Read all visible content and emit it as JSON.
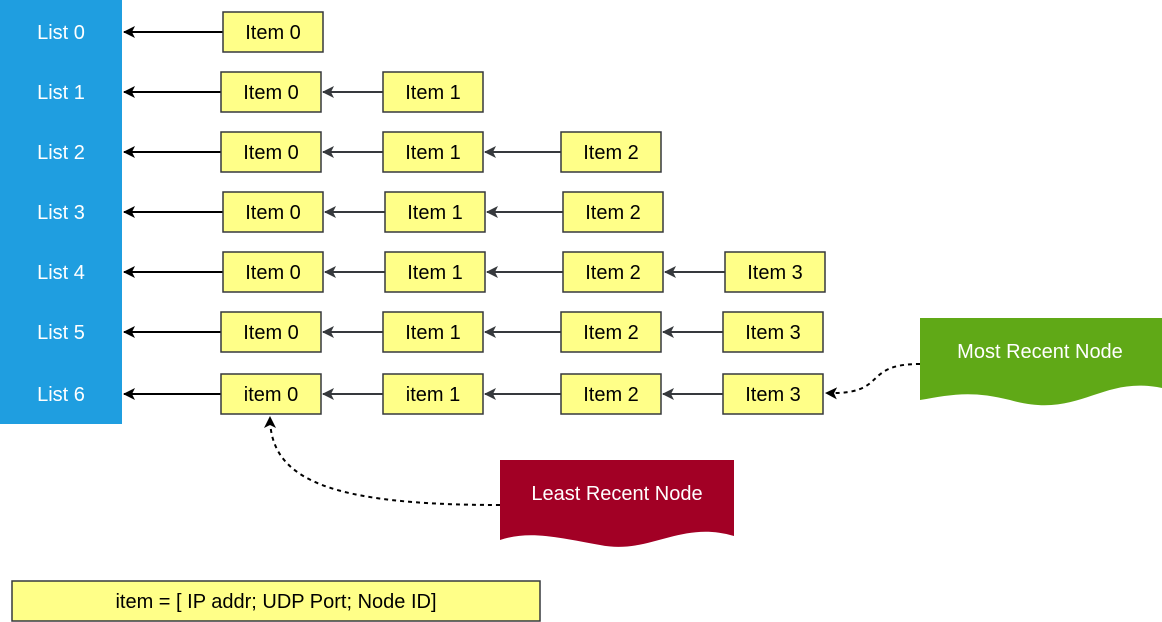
{
  "lists": [
    {
      "label": "List 0",
      "items": [
        "Item 0"
      ]
    },
    {
      "label": "List 1",
      "items": [
        "Item 0",
        "Item 1"
      ]
    },
    {
      "label": "List 2",
      "items": [
        "Item 0",
        "Item 1",
        "Item 2"
      ]
    },
    {
      "label": "List 3",
      "items": [
        "Item 0",
        "Item 1",
        "Item 2"
      ]
    },
    {
      "label": "List 4",
      "items": [
        "Item 0",
        "Item 1",
        "Item 2",
        "Item 3"
      ]
    },
    {
      "label": "List 5",
      "items": [
        "Item 0",
        "Item 1",
        "Item 2",
        "Item 3"
      ]
    },
    {
      "label": "List 6",
      "items": [
        "item 0",
        "item 1",
        "Item 2",
        "Item 3"
      ]
    }
  ],
  "callouts": {
    "most_recent": "Most Recent Node",
    "least_recent": "Least Recent Node"
  },
  "legend": "item = [ IP addr; UDP Port; Node ID]",
  "colors": {
    "list_column": "#1f9ee0",
    "item_fill": "#ffff88",
    "item_border": "#36393d",
    "most_recent_fill": "#60a917",
    "least_recent_fill": "#a20025",
    "arrow": "#000000"
  }
}
